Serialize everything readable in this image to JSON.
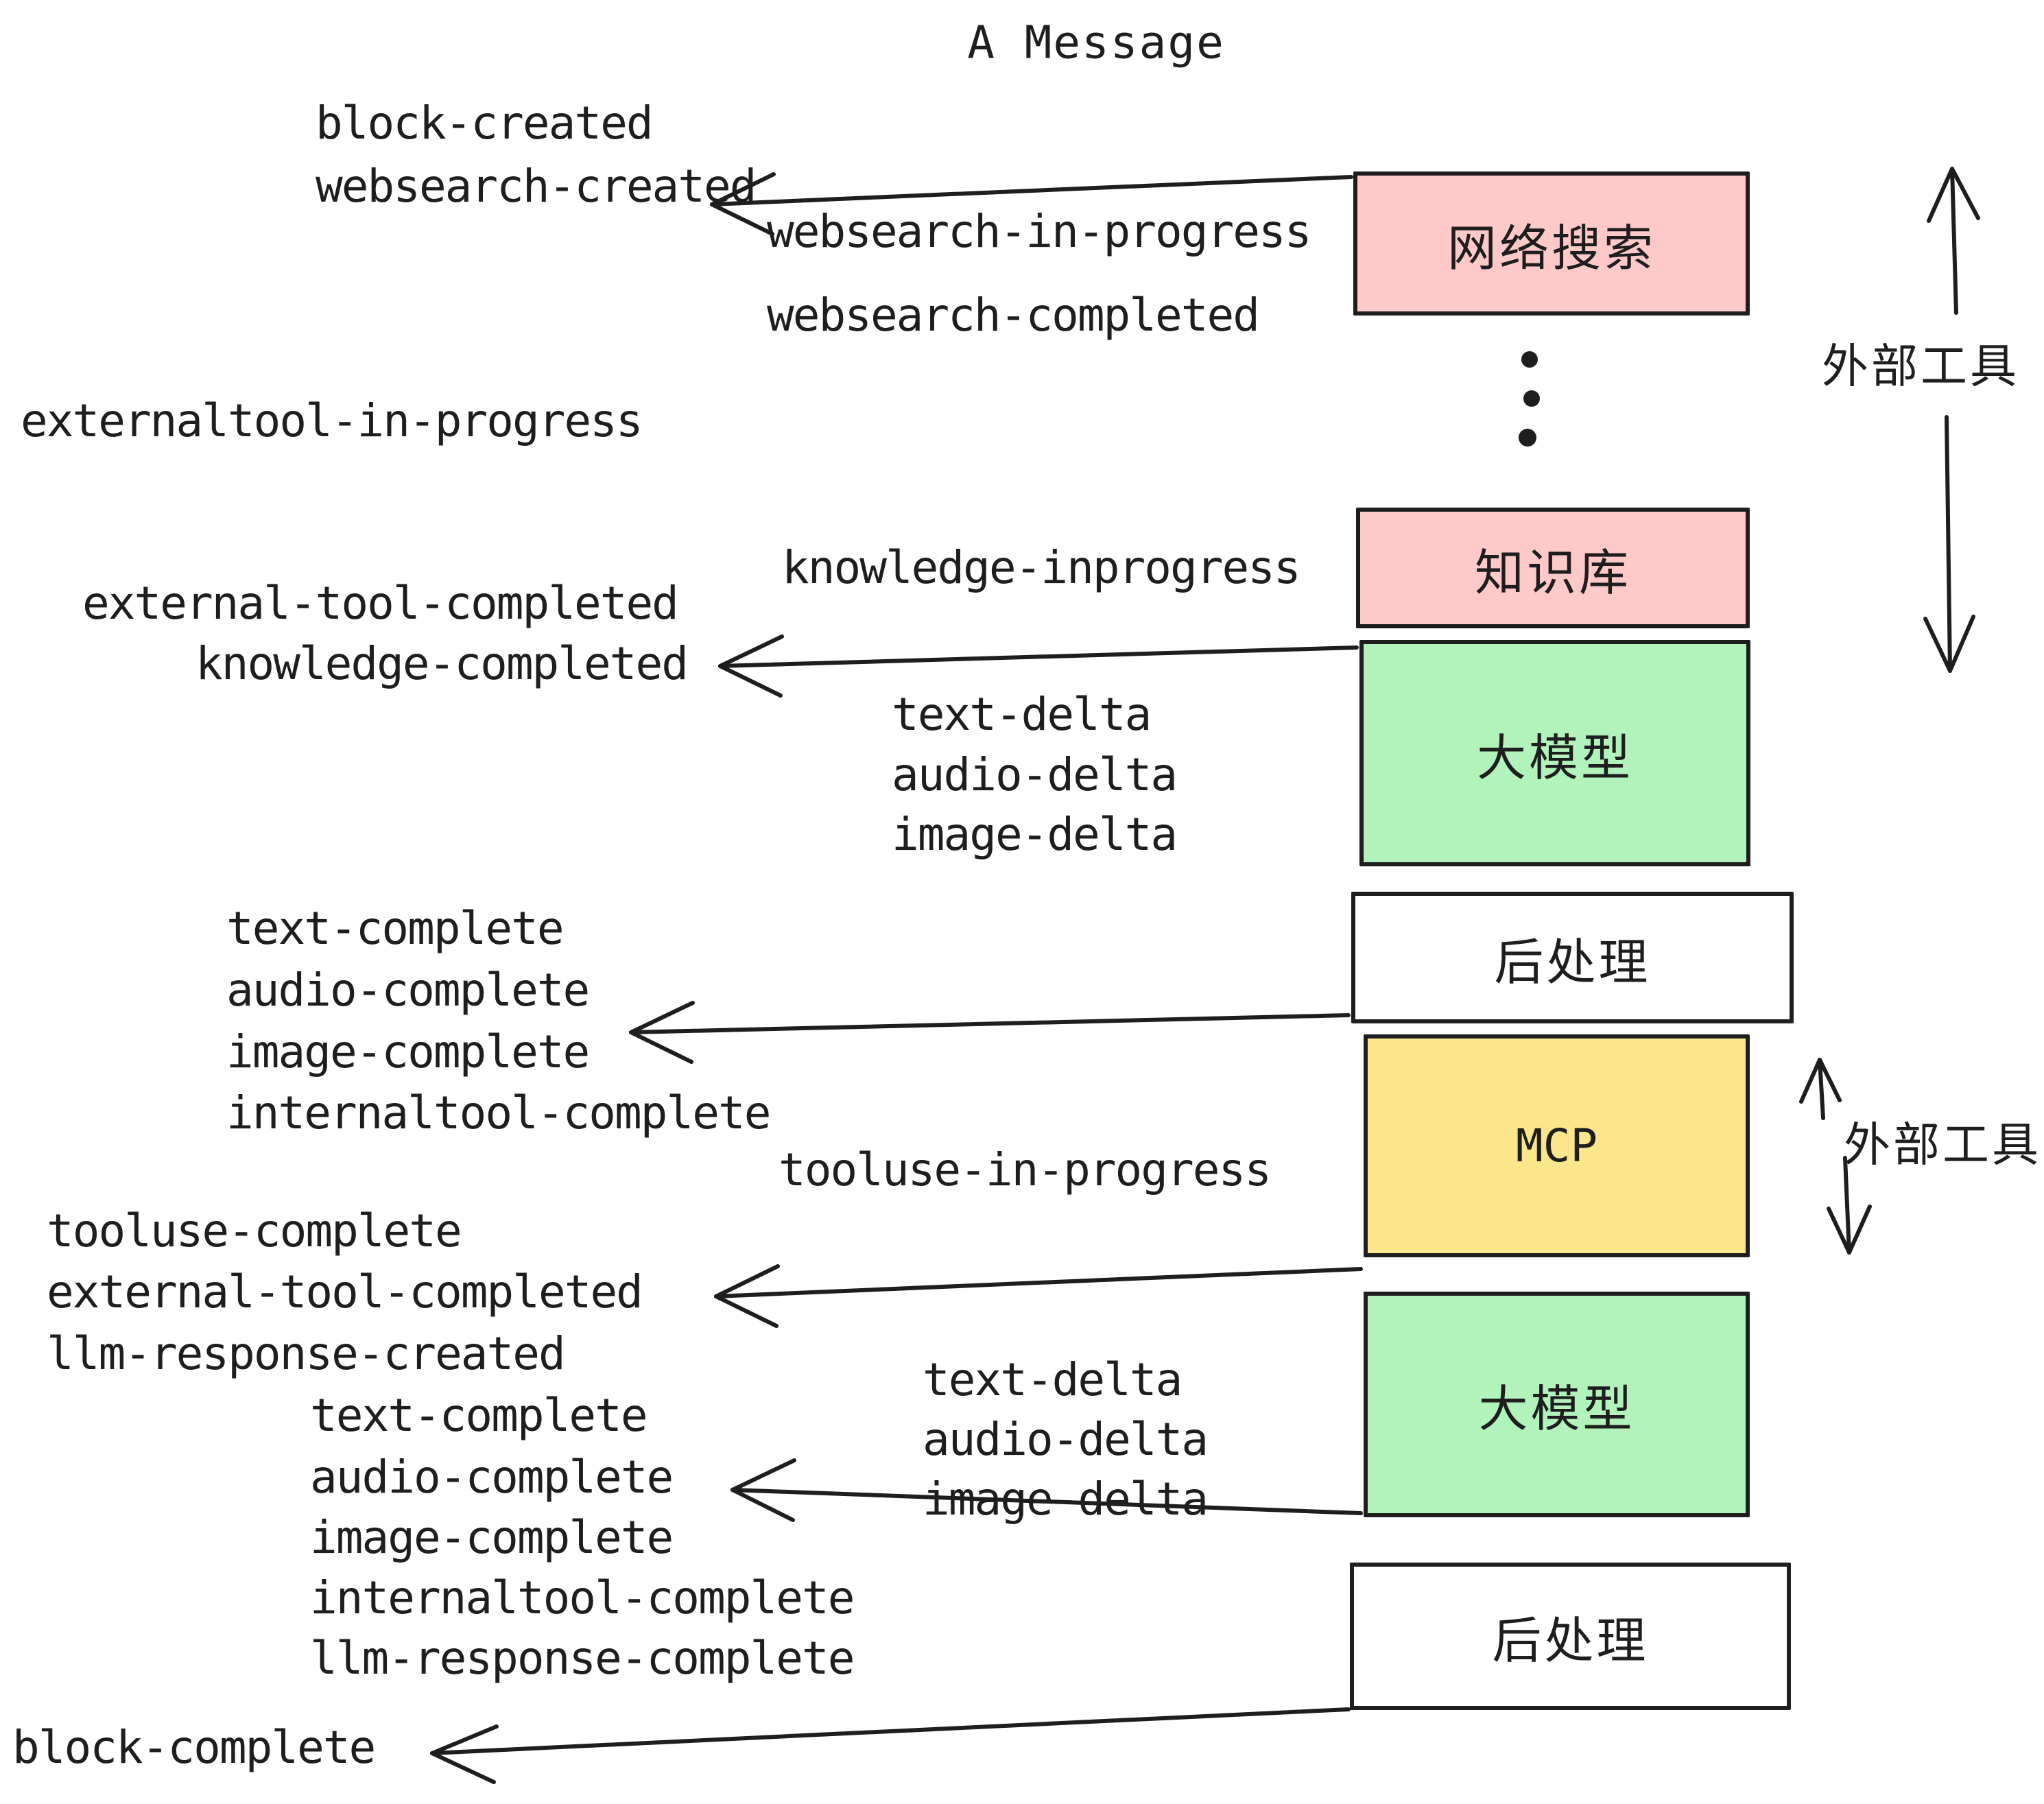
{
  "title": "A Message",
  "colors": {
    "pink": "#FFC9C9",
    "green": "#B2F2BB",
    "yellow": "#FBE68C",
    "white": "#FFFFFF",
    "ink": "#1e1e1e"
  },
  "events": {
    "block_created": "block-created",
    "websearch_created": "websearch-created",
    "websearch_in_progress": "websearch-in-progress",
    "websearch_completed": "websearch-completed",
    "externaltool_in_progress": "externaltool-in-progress",
    "knowledge_inprogress": "knowledge-inprogress",
    "external_tool_completed": "external-tool-completed",
    "knowledge_completed": "knowledge-completed",
    "text_delta": "text-delta",
    "audio_delta": "audio-delta",
    "image_delta": "image-delta",
    "text_complete": "text-complete",
    "audio_complete": "audio-complete",
    "image_complete": "image-complete",
    "internaltool_complete": "internaltool-complete",
    "tooluse_in_progress": "tooluse-in-progress",
    "tooluse_complete": "tooluse-complete",
    "llm_response_created": "llm-response-created",
    "llm_response_complete": "llm-response-complete",
    "block_complete": "block-complete"
  },
  "boxes": {
    "web_search": "网络搜索",
    "knowledge_base": "知识库",
    "llm": "大模型",
    "post_process": "后处理",
    "mcp": "MCP"
  },
  "annotations": {
    "external_tools": "外部工具"
  }
}
